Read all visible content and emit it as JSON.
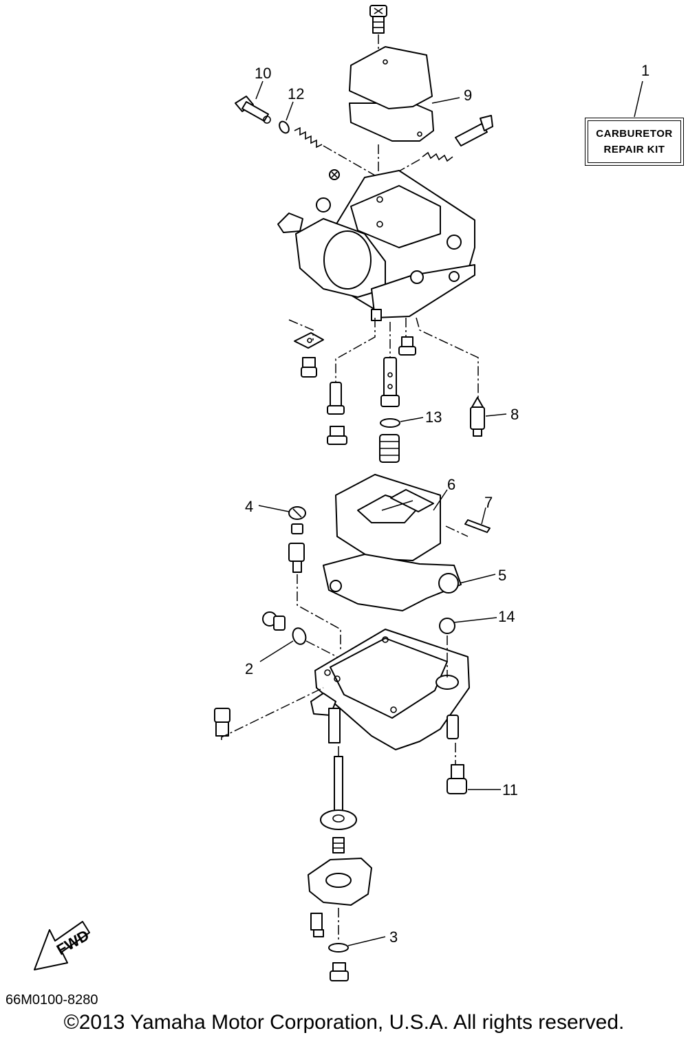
{
  "diagram": {
    "kit_label_line1": "CARBURETOR",
    "kit_label_line2": "REPAIR KIT",
    "fwd_label": "FWD",
    "diagram_code": "66M0100-8280",
    "copyright": "©2013 Yamaha Motor Corporation, U.S.A. All rights reserved.",
    "callouts": [
      "1",
      "2",
      "3",
      "4",
      "5",
      "6",
      "7",
      "8",
      "9",
      "10",
      "11",
      "12",
      "13",
      "14"
    ]
  }
}
